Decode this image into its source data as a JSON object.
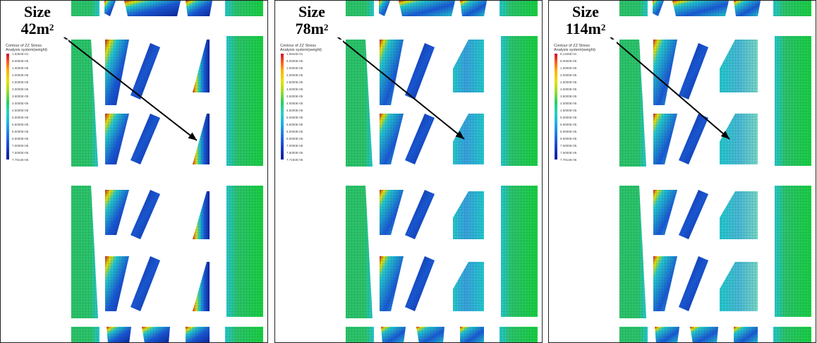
{
  "panels": [
    {
      "size_line1": "Size",
      "size_line2": "42m",
      "size_sup": "2",
      "legend_title": "Contour of ZZ Stress",
      "legend_subtitle": "Analysis system(weight)",
      "legend_values": [
        "1.6354E-01",
        "8.0000E-05",
        "1.0000E-05",
        "2.0000E-05",
        "2.5000E-05",
        "3.0000E-05",
        "3.5000E-05",
        "4.0000E-05",
        "4.5000E-05",
        "5.0000E-05",
        "5.5000E-05",
        "6.0000E-05",
        "6.5000E-05",
        "7.0000E-05",
        "7.5000E-05",
        "7.7914E-05"
      ]
    },
    {
      "size_line1": "Size",
      "size_line2": "78m",
      "size_sup": "2",
      "legend_title": "Contour of ZZ Stress",
      "legend_subtitle": "Analysis system(weight)",
      "legend_values": [
        "1.5944E-01",
        "8.0000E-05",
        "1.0000E-05",
        "2.0000E-05",
        "2.5000E-05",
        "3.0000E-05",
        "3.5000E-05",
        "4.0000E-05",
        "4.5000E-05",
        "5.0000E-05",
        "5.5000E-05",
        "6.0000E-05",
        "6.5000E-05",
        "7.0000E-05",
        "7.5000E-05",
        "7.7192E-05"
      ]
    },
    {
      "size_line1": "Size",
      "size_line2": "114m",
      "size_sup": "2",
      "legend_title": "Contour of ZZ Stress",
      "legend_subtitle": "Analysis system(weight)",
      "legend_values": [
        "8.1346E-01",
        "8.0000E-05",
        "1.0000E-05",
        "2.0000E-05",
        "2.5000E-05",
        "3.0000E-05",
        "3.5000E-05",
        "4.0000E-05",
        "4.5000E-05",
        "5.0000E-05",
        "5.5000E-05",
        "6.0000E-05",
        "6.5000E-05",
        "7.0000E-05",
        "7.5000E-05",
        "7.7914E-05"
      ]
    }
  ],
  "colors": {
    "high_stress": "#c8102e",
    "mid_stress": "#e8e000",
    "low_stress_green": "#2cc46a",
    "cyan": "#24c8d0",
    "blue": "#1a55d8",
    "deep_blue": "#0c1f9c",
    "mesh": "#0a5a3a"
  }
}
